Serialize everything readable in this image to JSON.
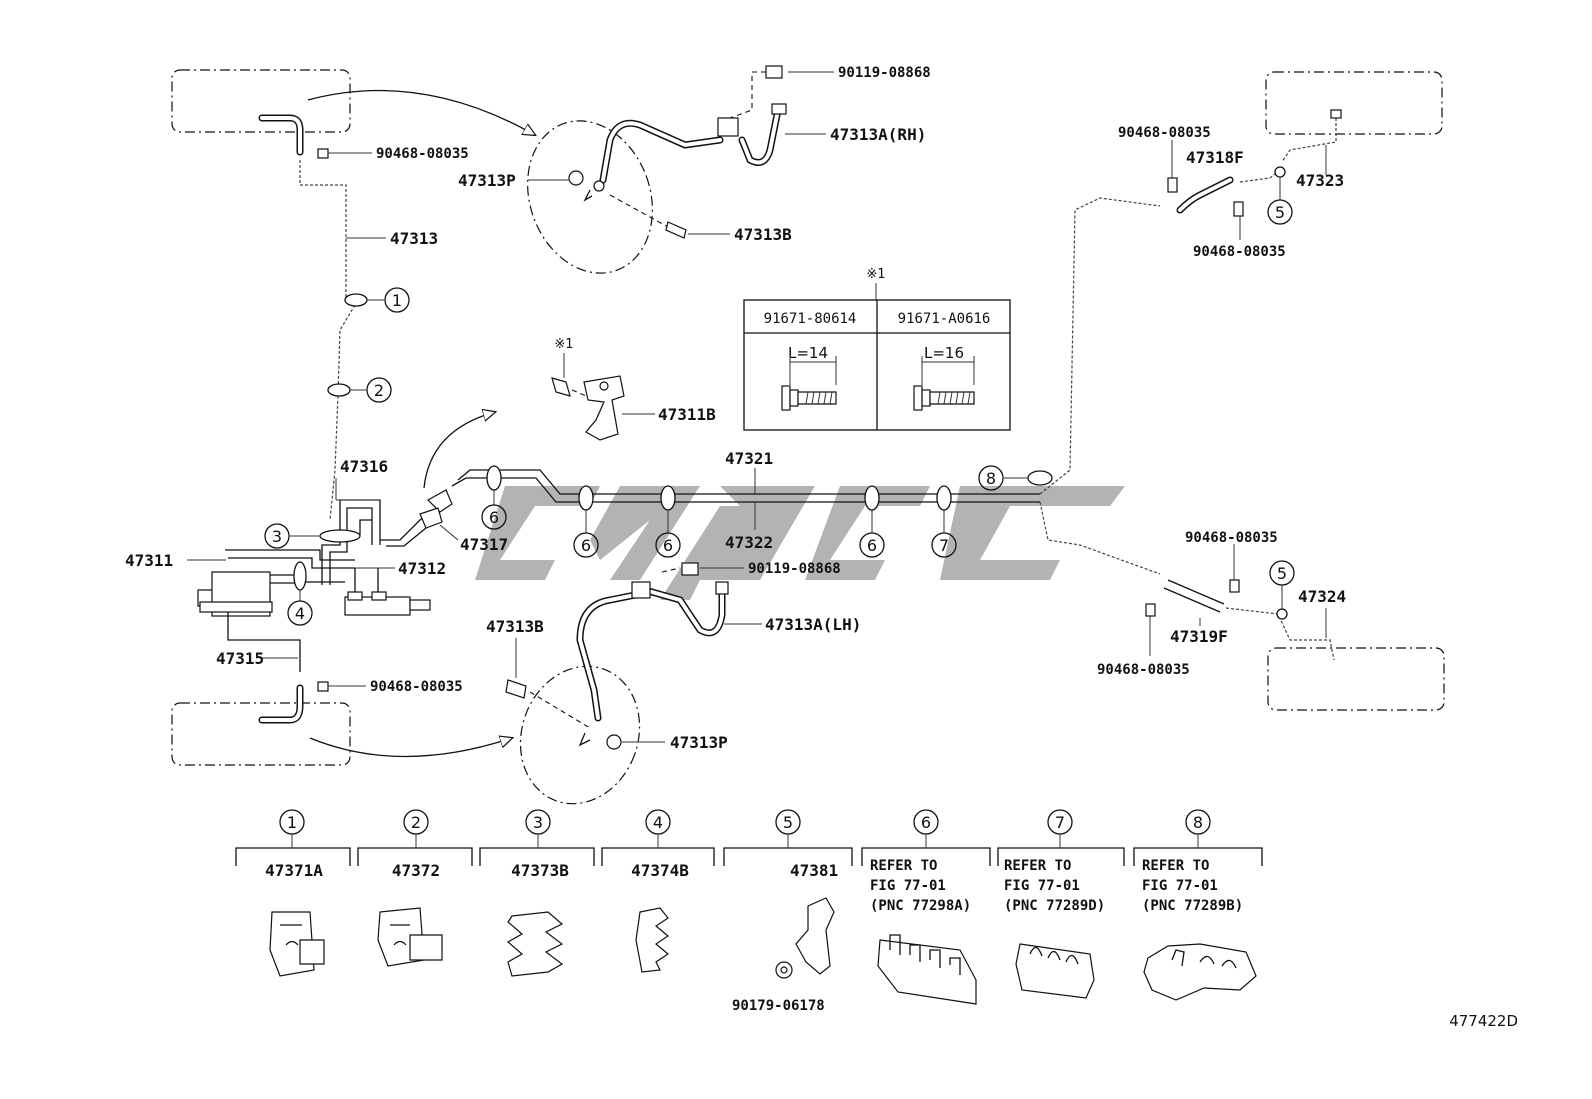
{
  "diagram": {
    "part_labels": {
      "p_90119_08868_top": "90119-08868",
      "p_47313A_RH": "47313A(RH)",
      "p_90468_08035_a": "90468-08035",
      "p_47313P_top": "47313P",
      "p_47313": "47313",
      "p_47313B_top": "47313B",
      "p_47311B": "47311B",
      "p_47316": "47316",
      "p_47311": "47311",
      "p_47317": "47317",
      "p_47312": "47312",
      "p_47315": "47315",
      "p_90468_08035_b": "90468-08035",
      "p_47321": "47321",
      "p_47322": "47322",
      "p_90119_08868_mid": "90119-08868",
      "p_47313A_LH": "47313A(LH)",
      "p_47313B_bot": "47313B",
      "p_47313P_bot": "47313P",
      "p_90468_08035_c": "90468-08035",
      "p_47318F": "47318F",
      "p_47323": "47323",
      "p_90468_08035_d": "90468-08035",
      "p_90468_08035_e": "90468-08035",
      "p_47324": "47324",
      "p_47319F": "47319F",
      "p_90468_08035_f": "90468-08035"
    },
    "note_mark": "※1",
    "note_mark_small": "※1",
    "bolt_table": {
      "col1_code": "91671-80614",
      "col2_code": "91671-A0616",
      "col1_length": "L=14",
      "col2_length": "L=16"
    },
    "callout_numbers": {
      "c1": "1",
      "c2": "2",
      "c3": "3",
      "c4": "4",
      "c5a": "5",
      "c5b": "5",
      "c6a": "6",
      "c6b": "6",
      "c6c": "6",
      "c6d": "6",
      "c7": "7",
      "c8": "8"
    },
    "legend": [
      {
        "num": "1",
        "part": "47371A"
      },
      {
        "num": "2",
        "part": "47372"
      },
      {
        "num": "3",
        "part": "47373B"
      },
      {
        "num": "4",
        "part": "47374B"
      },
      {
        "num": "5",
        "part": "47381",
        "sub_part": "90179-06178"
      },
      {
        "num": "6",
        "ref_line1": "REFER TO",
        "ref_line2": "FIG 77-01",
        "ref_line3": "(PNC 77298A)"
      },
      {
        "num": "7",
        "ref_line1": "REFER TO",
        "ref_line2": "FIG 77-01",
        "ref_line3": "(PNC 77289D)"
      },
      {
        "num": "8",
        "ref_line1": "REFER TO",
        "ref_line2": "FIG 77-01",
        "ref_line3": "(PNC 77289B)"
      }
    ],
    "figure_code": "477422D"
  }
}
